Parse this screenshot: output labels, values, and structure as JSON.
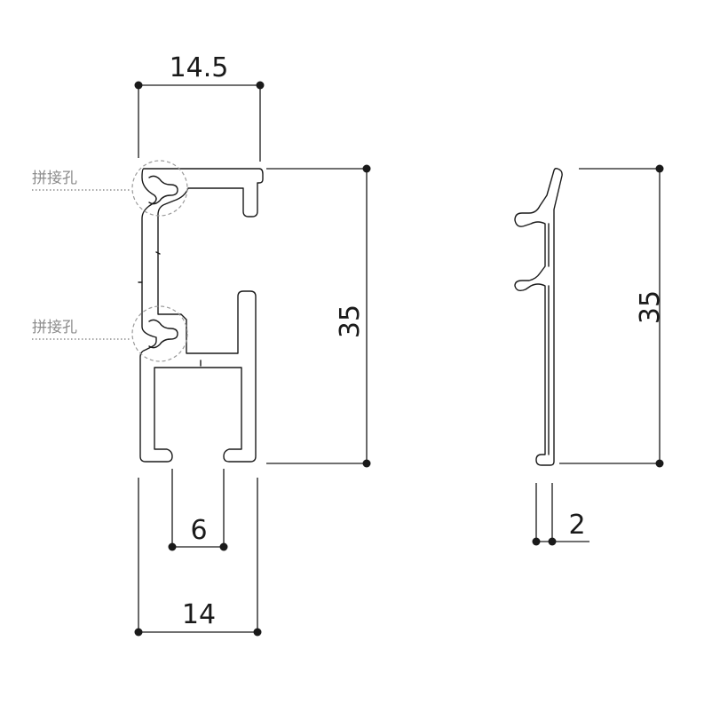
{
  "left_profile": {
    "top_width": "14.5",
    "height": "35",
    "slot_width": "6",
    "bottom_width": "14",
    "callouts": [
      "拼接孔",
      "拼接孔"
    ]
  },
  "right_profile": {
    "height": "35",
    "thickness": "2"
  }
}
